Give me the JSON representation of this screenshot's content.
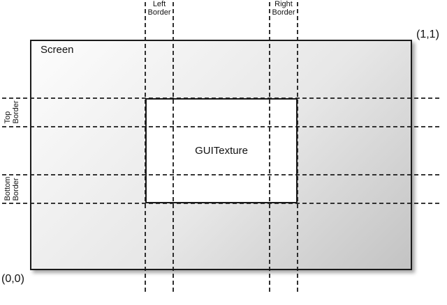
{
  "labels": {
    "screen": "Screen",
    "texture": "GUITexture",
    "origin": "(0,0)",
    "top_right": "(1,1)"
  },
  "borders": {
    "left": {
      "line1": "Left",
      "line2": "Border"
    },
    "right": {
      "line1": "Right",
      "line2": "Border"
    },
    "top": {
      "line1": "Top",
      "line2": "Border"
    },
    "bottom": {
      "line1": "Bottom",
      "line2": "Border"
    }
  },
  "colors": {
    "line": "#1a1a1a",
    "screen_gradient_start": "#fdfdfd",
    "screen_gradient_end": "#c3c3c3",
    "texture_fill": "#ffffff",
    "background": "#ffffff"
  }
}
